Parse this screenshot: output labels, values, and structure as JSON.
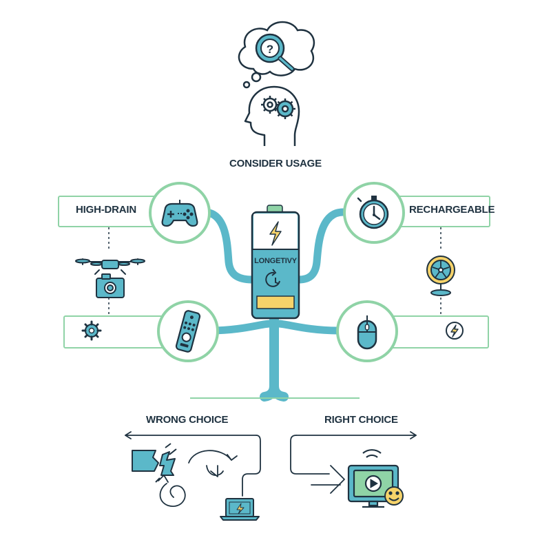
{
  "title": "CONSIDER USAGE",
  "left_top_label": "HIGH-DRAIN",
  "right_top_label": "RECHARGEABLE",
  "battery_label": "LONGETIVY",
  "wrong_label": "WRONG CHOICE",
  "right_label": "RIGHT CHOICE",
  "icons": [
    "magnifier-question-icon",
    "head-gears-icon",
    "gamepad-icon",
    "stopwatch-icon",
    "remote-icon",
    "mouse-icon",
    "drone-camera-icon",
    "desk-fan-icon",
    "gear-icon",
    "bolt-circle-icon",
    "broken-battery-icon",
    "laptop-icon",
    "screen-play-icon"
  ],
  "colors": {
    "teal": "#5bb8c9",
    "green": "#8fd3a6",
    "navy": "#1f3240",
    "yellow": "#f6d36a"
  }
}
